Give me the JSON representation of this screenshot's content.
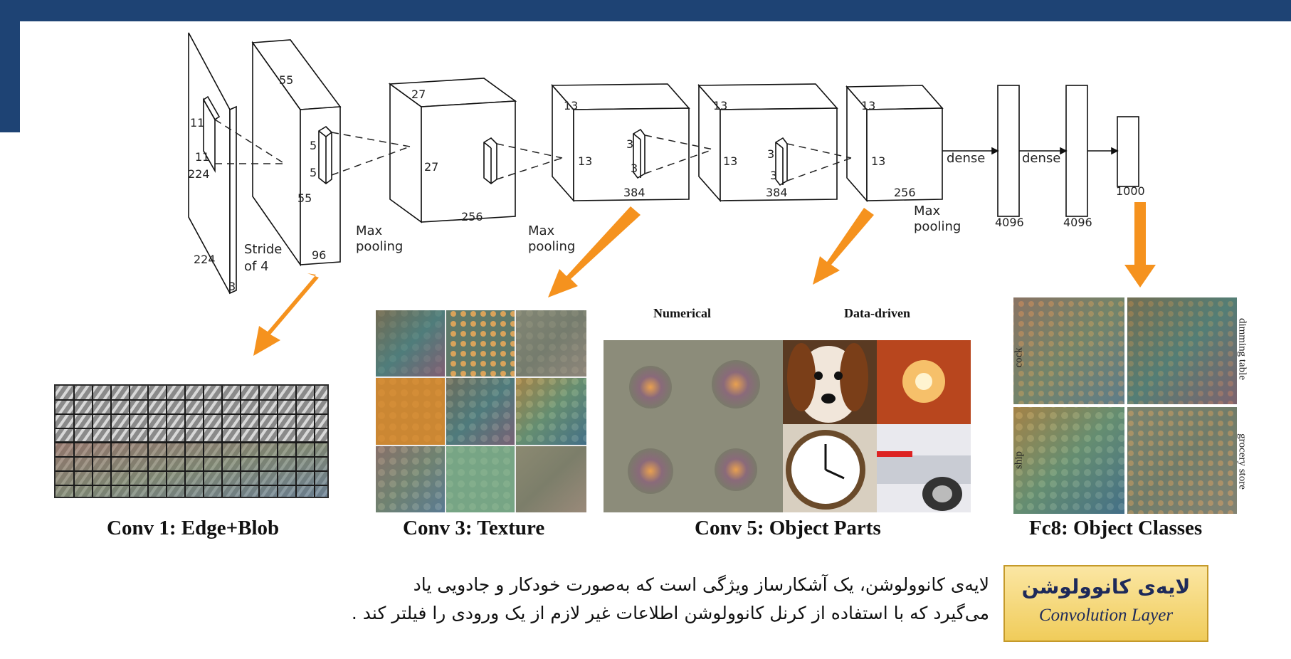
{
  "architecture": {
    "layers": [
      {
        "dims": [
          "11",
          "11",
          "224",
          "224",
          "3"
        ]
      },
      {
        "dims": [
          "55",
          "5",
          "5",
          "55",
          "96"
        ],
        "note_lines": [
          "Stride",
          "of 4"
        ]
      },
      {
        "dims": [
          "27",
          "27",
          "256"
        ],
        "note_lines": [
          "Max",
          "pooling"
        ]
      },
      {
        "dims": [
          "13",
          "3",
          "3",
          "13",
          "384"
        ],
        "note_lines": [
          "Max",
          "pooling"
        ]
      },
      {
        "dims": [
          "13",
          "3",
          "3",
          "13",
          "384"
        ]
      },
      {
        "dims": [
          "13",
          "13",
          "256"
        ],
        "note_lines": [
          "Max",
          "pooling"
        ]
      },
      {
        "dims": [
          "4096"
        ],
        "link": "dense"
      },
      {
        "dims": [
          "4096"
        ],
        "link": "dense"
      },
      {
        "dims": [
          "1000"
        ]
      }
    ]
  },
  "panels": {
    "conv1": {
      "caption": "Conv 1: Edge+Blob"
    },
    "conv3": {
      "caption": "Conv 3: Texture"
    },
    "conv5": {
      "caption": "Conv 5: Object Parts",
      "col_headers": [
        "Numerical",
        "Data-driven"
      ]
    },
    "fc8": {
      "caption": "Fc8: Object Classes",
      "labels": [
        "cock",
        "dimming table",
        "ship",
        "grocery store"
      ]
    }
  },
  "colors": {
    "header_bar": "#1e4374",
    "arrow": "#f5921e",
    "title_box": "#f6d77e"
  },
  "title_box": {
    "persian": "لایه‌ی کانوولوشن",
    "english": "Convolution Layer"
  },
  "description": {
    "lines": [
      "لایه‌ی کانوولوشن، یک آشکارساز ویژگی است که به‌صورت خودکار و جادویی یاد",
      "می‌گیرد که با استفاده از کرنل کانوولوشن اطلاعات غیر لازم از یک ورودی را فیلتر کند ."
    ]
  }
}
